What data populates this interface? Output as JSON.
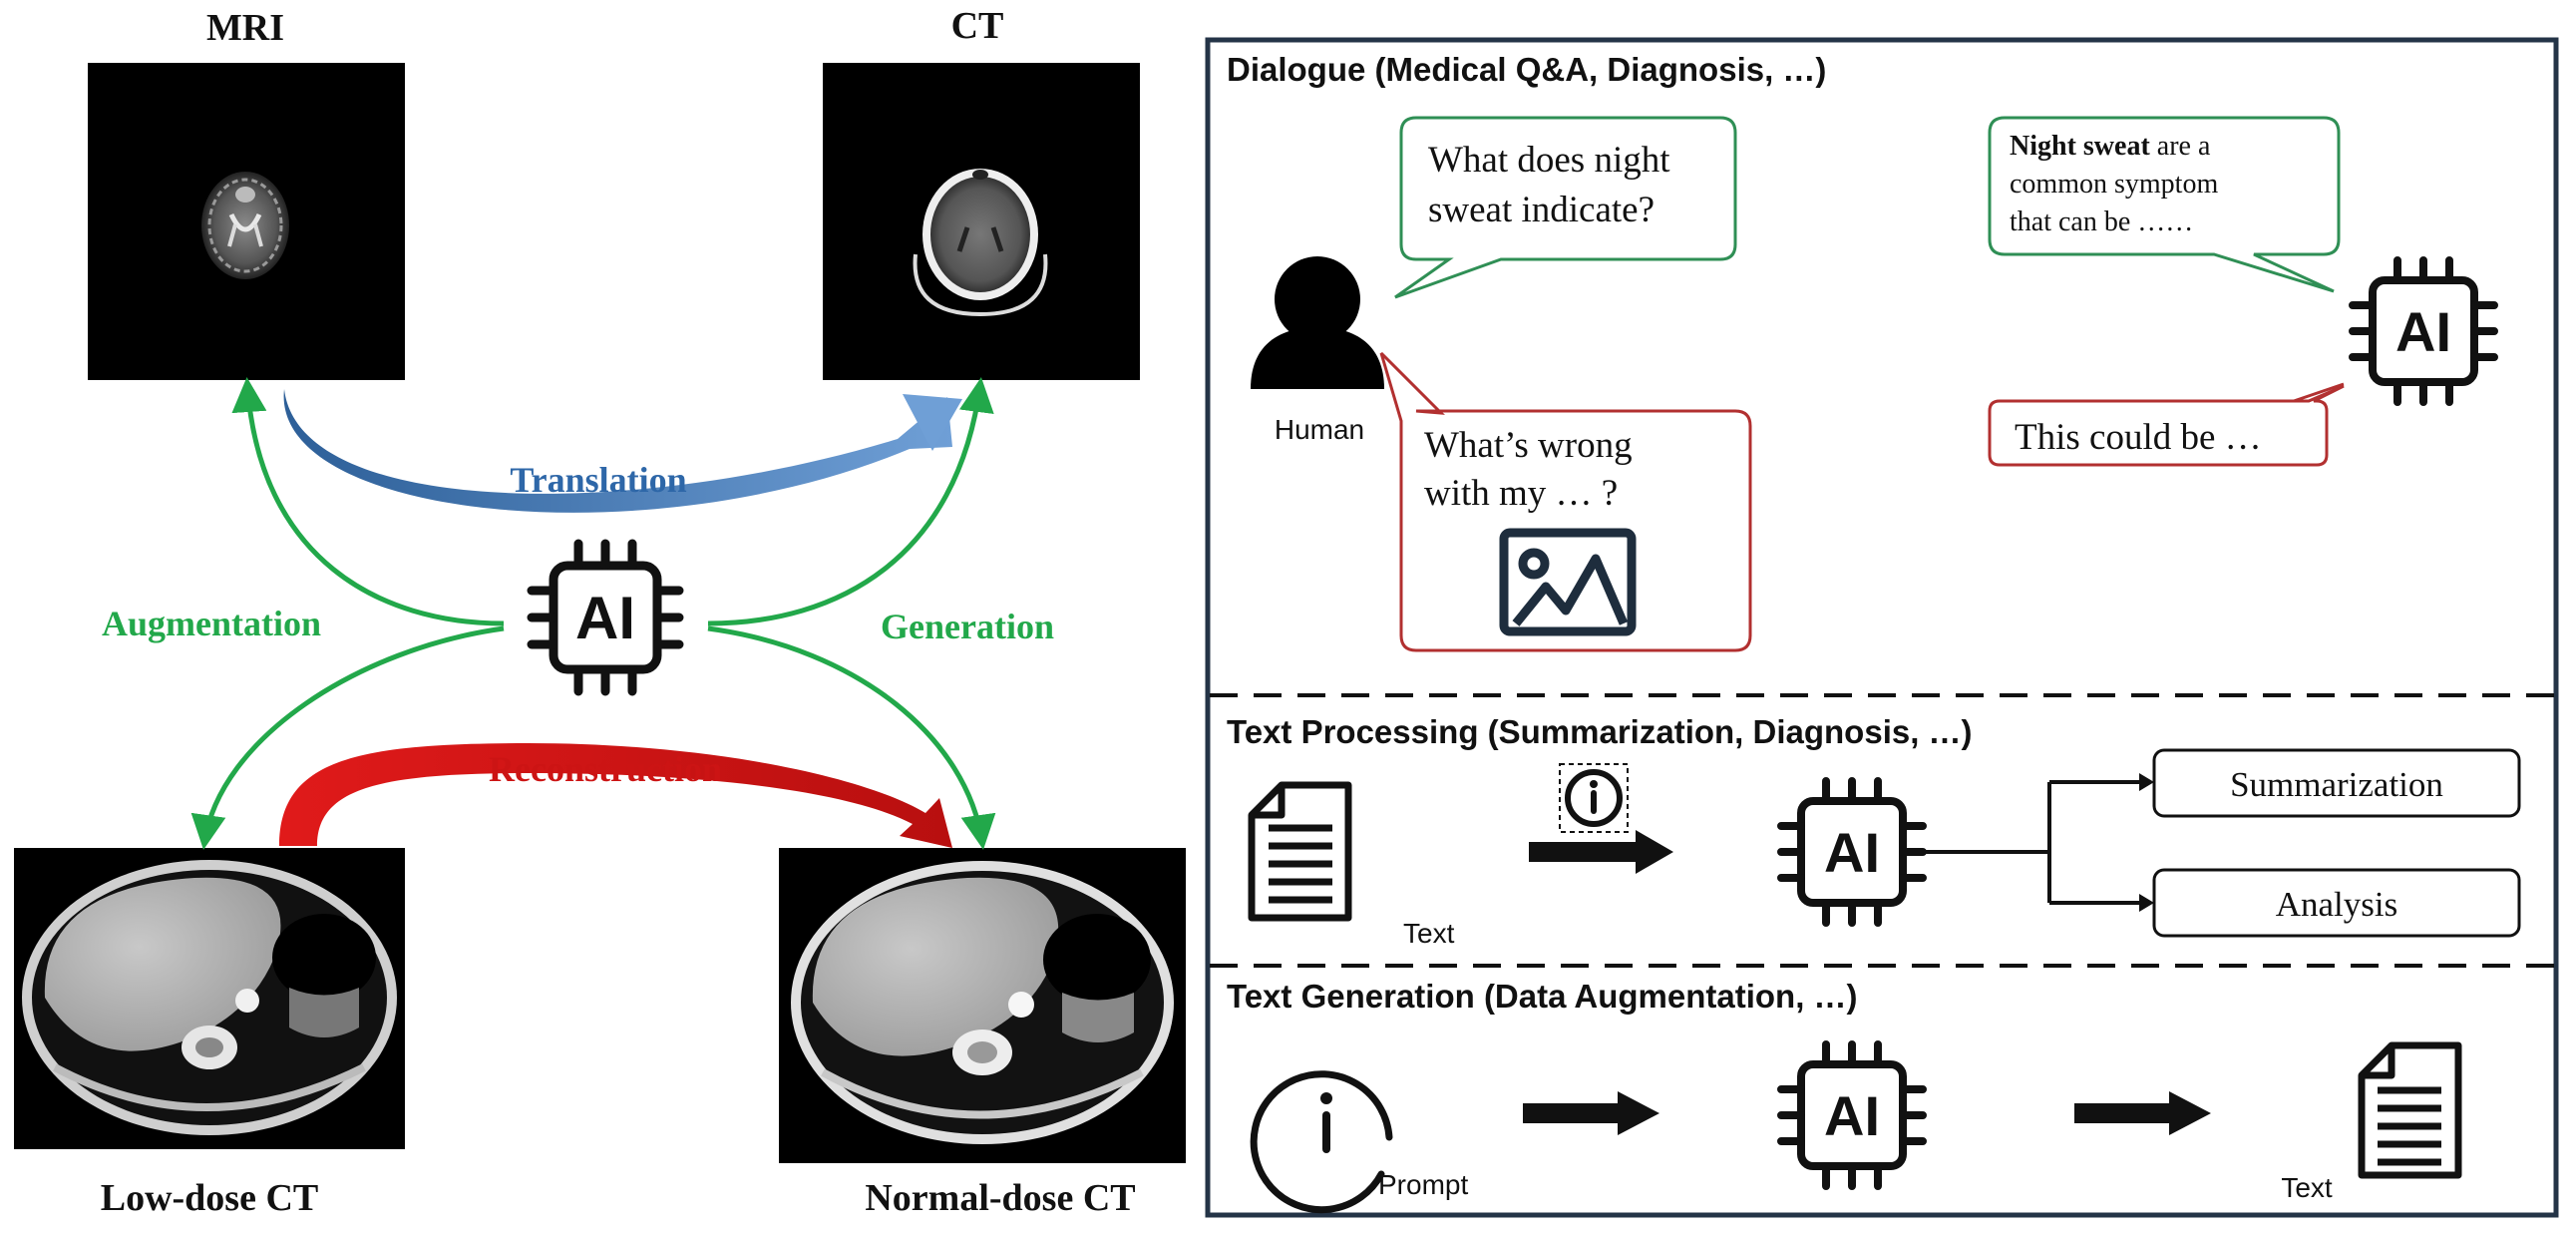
{
  "left_panel": {
    "mri_label": "MRI",
    "ct_label": "CT",
    "lowdose_label": "Low-dose CT",
    "normaldose_label": "Normal-dose CT",
    "translation_label": "Translation",
    "augmentation_label": "Augmentation",
    "generation_label": "Generation",
    "reconstruction_label": "Reconstruction",
    "ai_chip_text": "AI"
  },
  "dialogue": {
    "title": "Dialogue (Medical Q&A, Diagnosis, …)",
    "human_label": "Human",
    "question_line1": "What does night",
    "question_line2": "sweat indicate?",
    "image_question_line1": "What’s wrong",
    "image_question_line2": "with my … ?",
    "answer_bold": "Night sweat",
    "answer_rest1": " are a",
    "answer_line2": "common symptom",
    "answer_line3": "that can be ……",
    "diagnosis_reply": "This could be …",
    "ai_chip_text": "AI"
  },
  "text_processing": {
    "title": "Text Processing (Summarization, Diagnosis, …)",
    "text_label": "Text",
    "output_summarization": "Summarization",
    "output_analysis": "Analysis",
    "ai_chip_text": "AI"
  },
  "text_generation": {
    "title": "Text Generation (Data Augmentation, …)",
    "prompt_label": "Prompt",
    "text_label": "Text",
    "ai_chip_text": "AI"
  },
  "colors": {
    "green": "#22a84a",
    "blue": "#4f7fb6",
    "red": "#d01818",
    "dark": "#111111",
    "panel_border": "#243447",
    "bubble_green": "#2f8f55",
    "bubble_red": "#b23030",
    "icon_navy": "#1e2d3d"
  }
}
